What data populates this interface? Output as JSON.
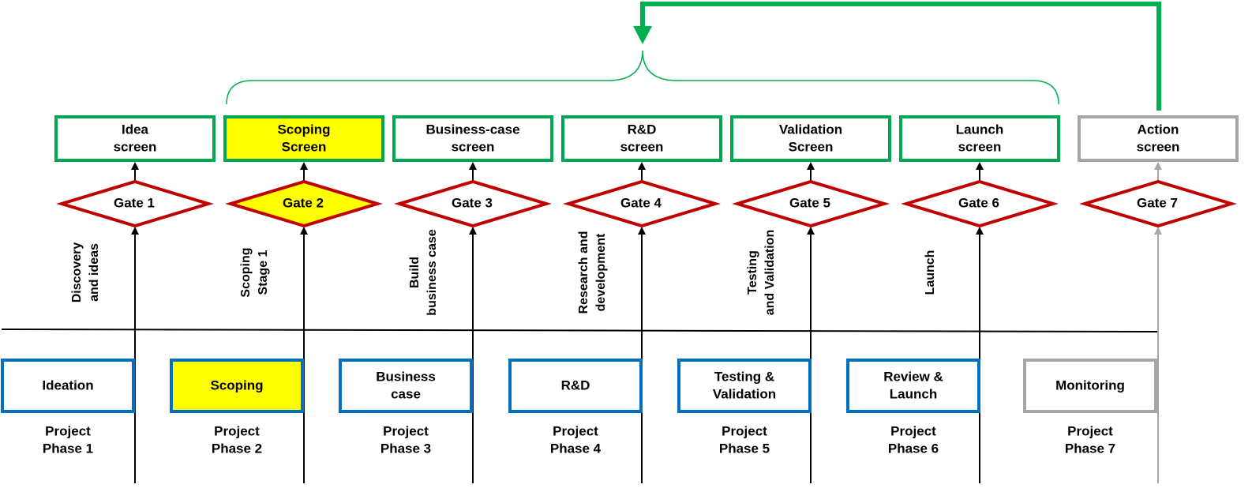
{
  "colors": {
    "screen_border": "#00a651",
    "gate_border": "#c00000",
    "phase_border": "#0070c0",
    "inactive": "#a6a6a6",
    "highlight": "#ffff00",
    "line": "#000000",
    "feedback": "#00b050"
  },
  "columns": [
    {
      "screen": [
        "Idea",
        "screen"
      ],
      "gate": "Gate 1",
      "stage": [
        "Discovery",
        "and ideas"
      ],
      "phase": [
        "Ideation"
      ],
      "project": [
        "Project",
        "Phase 1"
      ],
      "highlight": false,
      "inactive": false
    },
    {
      "screen": [
        "Scoping",
        "Screen"
      ],
      "gate": "Gate 2",
      "stage": [
        "Scoping",
        "Stage 1"
      ],
      "phase": [
        "Scoping"
      ],
      "project": [
        "Project",
        "Phase 2"
      ],
      "highlight": true,
      "inactive": false
    },
    {
      "screen": [
        "Business-case",
        "screen"
      ],
      "gate": "Gate 3",
      "stage": [
        "Build",
        "business case"
      ],
      "phase": [
        "Business",
        "case"
      ],
      "project": [
        "Project",
        "Phase 3"
      ],
      "highlight": false,
      "inactive": false
    },
    {
      "screen": [
        "R&D",
        "screen"
      ],
      "gate": "Gate 4",
      "stage": [
        "Research and",
        "development"
      ],
      "phase": [
        "R&D"
      ],
      "project": [
        "Project",
        "Phase 4"
      ],
      "highlight": false,
      "inactive": false
    },
    {
      "screen": [
        "Validation",
        "Screen"
      ],
      "gate": "Gate 5",
      "stage": [
        "Testing",
        "and Validation"
      ],
      "phase": [
        "Testing &",
        "Validation"
      ],
      "project": [
        "Project",
        "Phase 5"
      ],
      "highlight": false,
      "inactive": false
    },
    {
      "screen": [
        "Launch",
        "screen"
      ],
      "gate": "Gate 6",
      "stage": [
        "Launch"
      ],
      "phase": [
        "Review &",
        "Launch"
      ],
      "project": [
        "Project",
        "Phase 6"
      ],
      "highlight": false,
      "inactive": false
    },
    {
      "screen": [
        "Action",
        "screen"
      ],
      "gate": "Gate 7",
      "stage": [],
      "phase": [
        "Monitoring"
      ],
      "project": [
        "Project",
        "Phase 7"
      ],
      "highlight": false,
      "inactive": true
    }
  ]
}
